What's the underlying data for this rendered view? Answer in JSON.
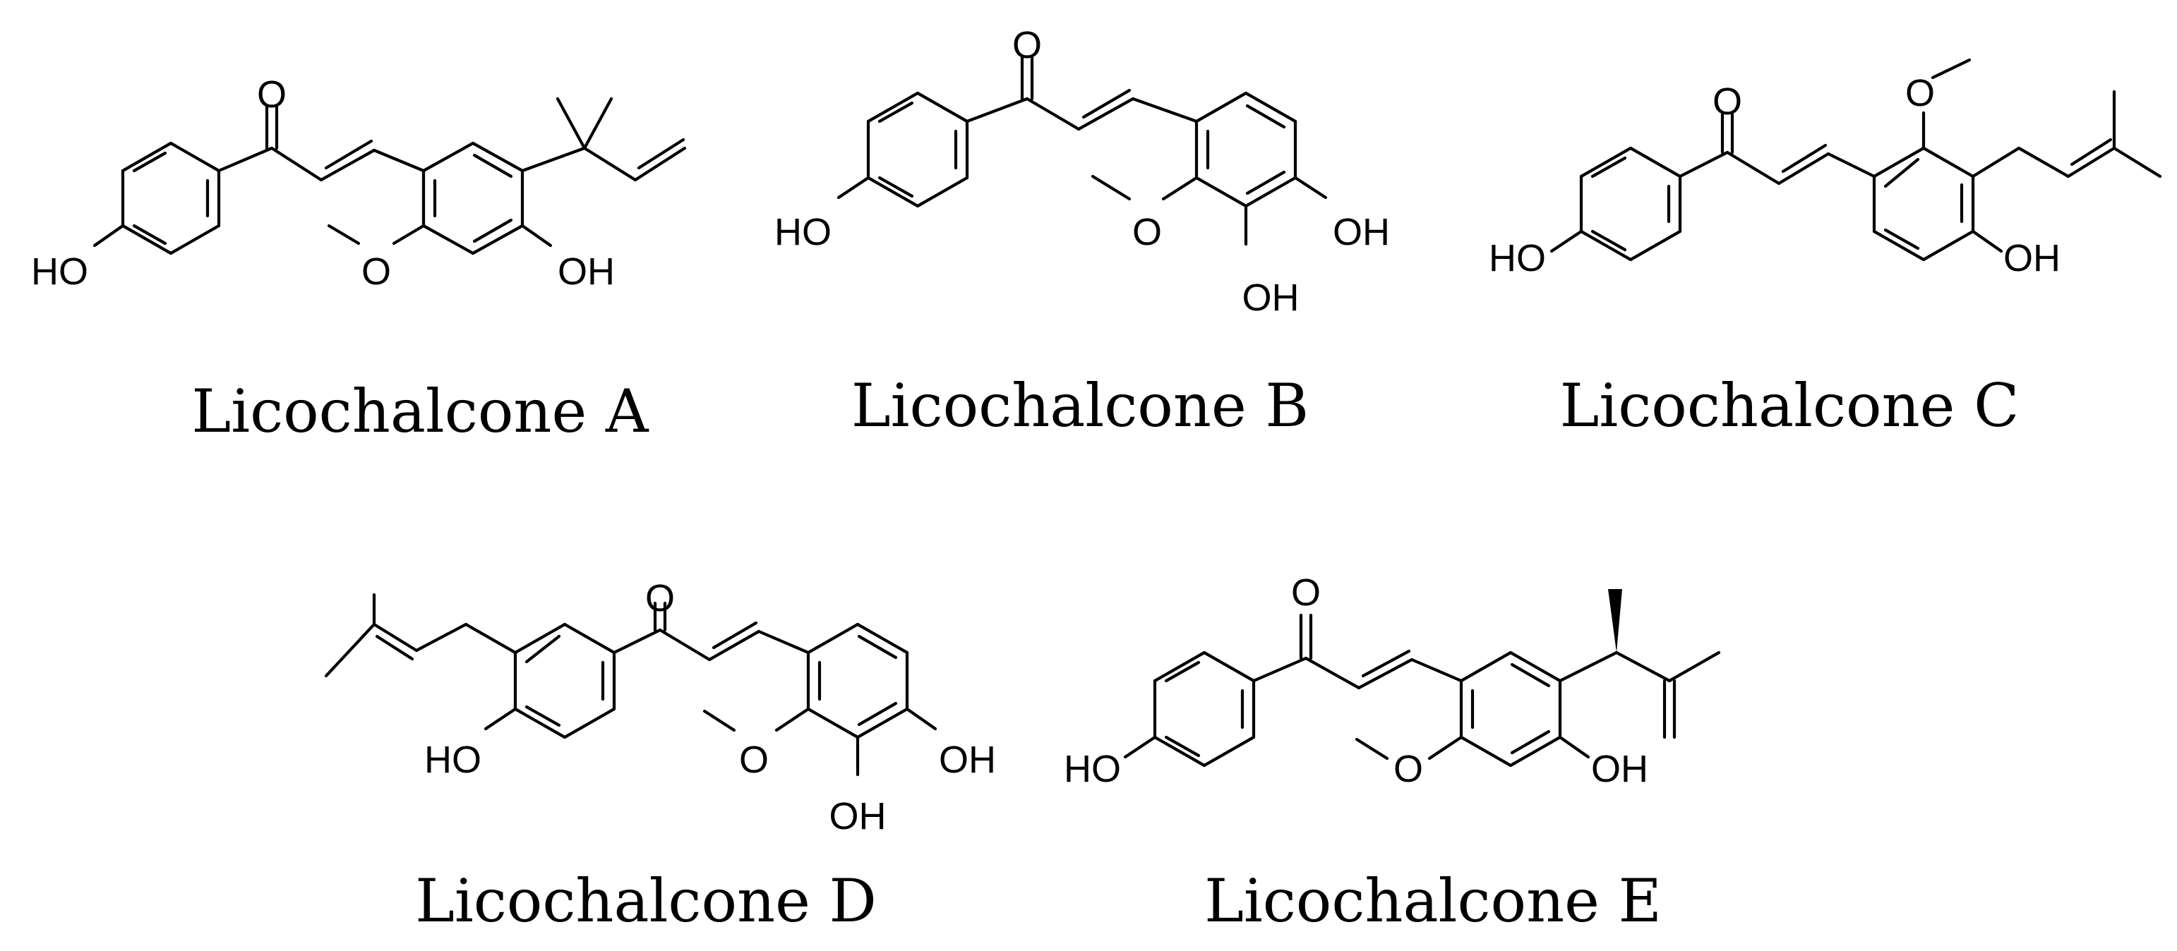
{
  "figure": {
    "atom_labels": {
      "oxygen": "O",
      "hydroxyl_left": "HO",
      "hydroxyl_right": "OH"
    },
    "compounds": [
      {
        "name": "Licochalcone A"
      },
      {
        "name": "Licochalcone B"
      },
      {
        "name": "Licochalcone C"
      },
      {
        "name": "Licochalcone D"
      },
      {
        "name": "Licochalcone E"
      }
    ]
  }
}
